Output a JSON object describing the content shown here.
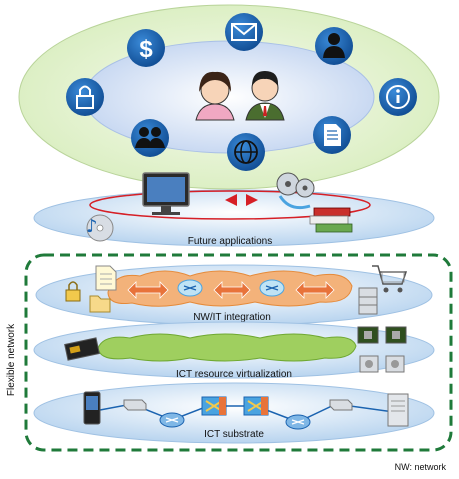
{
  "layers": {
    "future_applications": "Future applications",
    "nw_it_integration": "NW/IT integration",
    "ict_resource_virtualization": "ICT resource virtualization",
    "ict_substrate": "ICT substrate"
  },
  "side_label": "Flexible network",
  "footnote": "NW: network",
  "app_icons": [
    "dollar-icon",
    "mail-icon",
    "person-icon",
    "lock-icon",
    "info-icon",
    "group-icon",
    "globe-icon",
    "document-icon"
  ],
  "colors": {
    "icon_blue": "#1b63b0",
    "outer_green": "#e6f2d4",
    "inner_blue": "#dde7f7",
    "dashed_green": "#1f7a3a",
    "red_arrow": "#d61f26",
    "orange_cloud": "#f2a25a",
    "green_cloud": "#8cc24f"
  }
}
